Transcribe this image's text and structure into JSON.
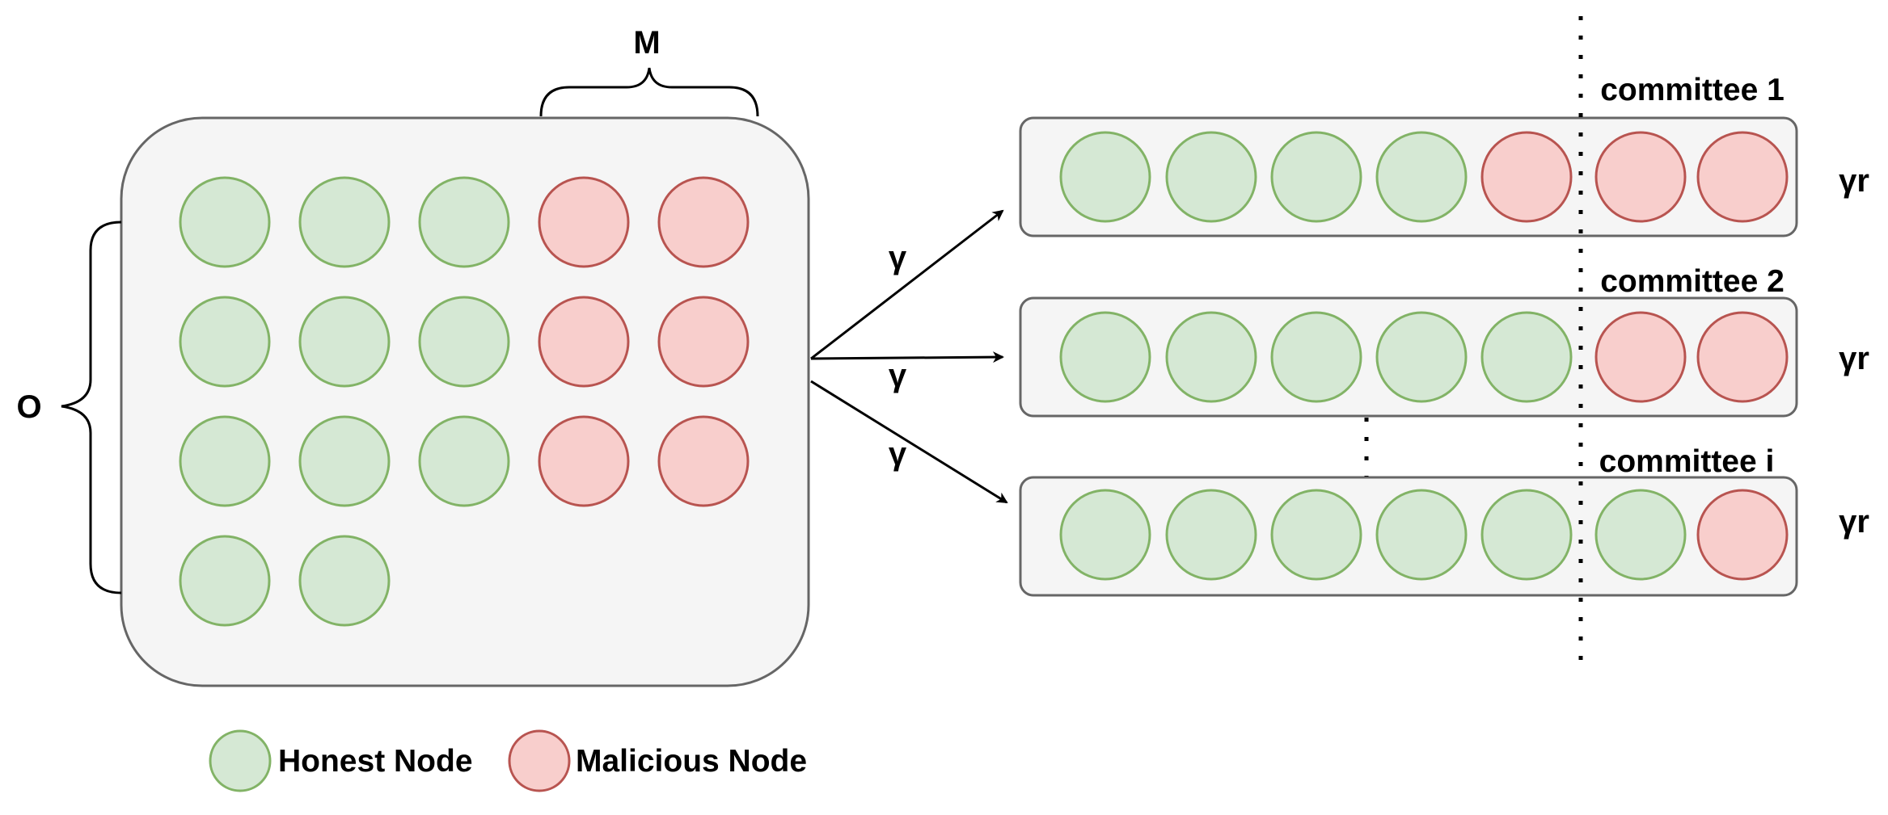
{
  "colors": {
    "honest_fill": "#d5e8d4",
    "honest_stroke": "#82b366",
    "malicious_fill": "#f8cecc",
    "malicious_stroke": "#b85450",
    "container_fill": "#f5f5f5",
    "container_stroke": "#666666",
    "line": "#000000"
  },
  "pool": {
    "label_rows": "O",
    "label_cols": "M",
    "rows": [
      [
        "honest",
        "honest",
        "honest",
        "malicious",
        "malicious"
      ],
      [
        "honest",
        "honest",
        "honest",
        "malicious",
        "malicious"
      ],
      [
        "honest",
        "honest",
        "honest",
        "malicious",
        "malicious"
      ],
      [
        "honest",
        "honest"
      ]
    ]
  },
  "arrows": [
    {
      "label": "γ"
    },
    {
      "label": "γ"
    },
    {
      "label": "γ"
    }
  ],
  "committees": [
    {
      "title": "committee 1",
      "size_label": "γr",
      "nodes": [
        "honest",
        "honest",
        "honest",
        "honest",
        "malicious",
        "malicious",
        "malicious"
      ]
    },
    {
      "title": "committee 2",
      "size_label": "γr",
      "nodes": [
        "honest",
        "honest",
        "honest",
        "honest",
        "honest",
        "malicious",
        "malicious"
      ]
    },
    {
      "title": "committee i",
      "size_label": "γr",
      "nodes": [
        "honest",
        "honest",
        "honest",
        "honest",
        "honest",
        "honest",
        "malicious"
      ]
    }
  ],
  "legend": {
    "honest_label": "Honest Node",
    "malicious_label": "Malicious Node"
  }
}
